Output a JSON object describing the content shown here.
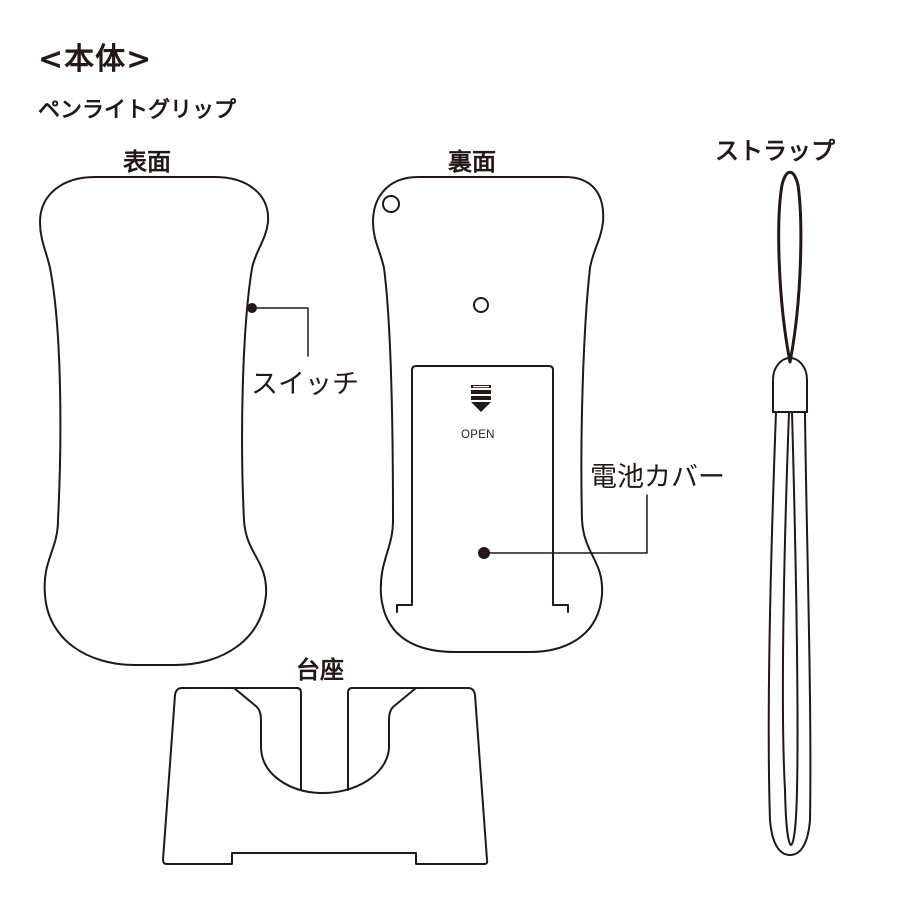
{
  "title": "<本体>",
  "section": "ペンライトグリップ",
  "views": {
    "front": {
      "label": "表面"
    },
    "back": {
      "label": "裏面"
    },
    "strap": {
      "label": "ストラップ"
    },
    "stand": {
      "label": "台座"
    }
  },
  "callouts": {
    "switch": "スイッチ",
    "battery_cover": "電池カバー"
  },
  "battery_cover_marking": "OPEN",
  "colors": {
    "line": "#231815",
    "background": "#ffffff"
  }
}
